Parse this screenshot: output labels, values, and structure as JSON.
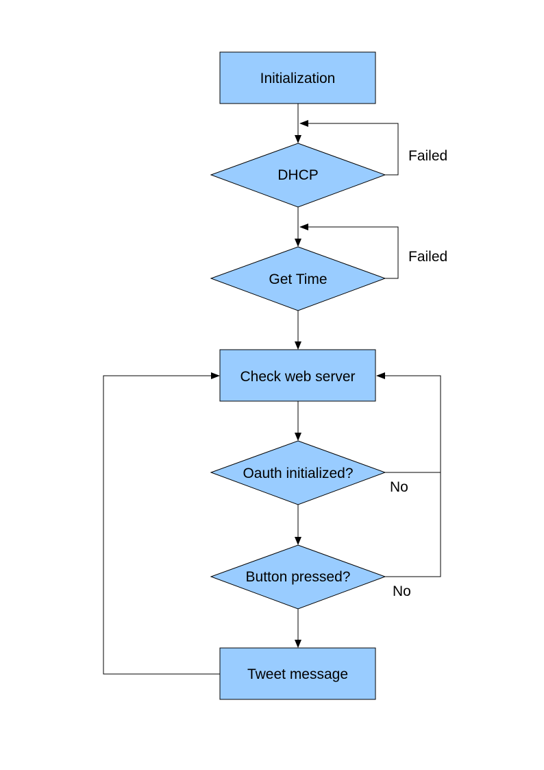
{
  "colors": {
    "node_fill": "#99ccff",
    "stroke": "#000000",
    "background": "#ffffff"
  },
  "nodes": {
    "initialization": "Initialization",
    "dhcp": "DHCP",
    "get_time": "Get Time",
    "check_web_server": "Check web server",
    "oauth_initialized": "Oauth initialized?",
    "button_pressed": "Button pressed?",
    "tweet_message": "Tweet message"
  },
  "edge_labels": {
    "dhcp_failed": "Failed",
    "get_time_failed": "Failed",
    "oauth_no": "No",
    "button_no": "No"
  }
}
